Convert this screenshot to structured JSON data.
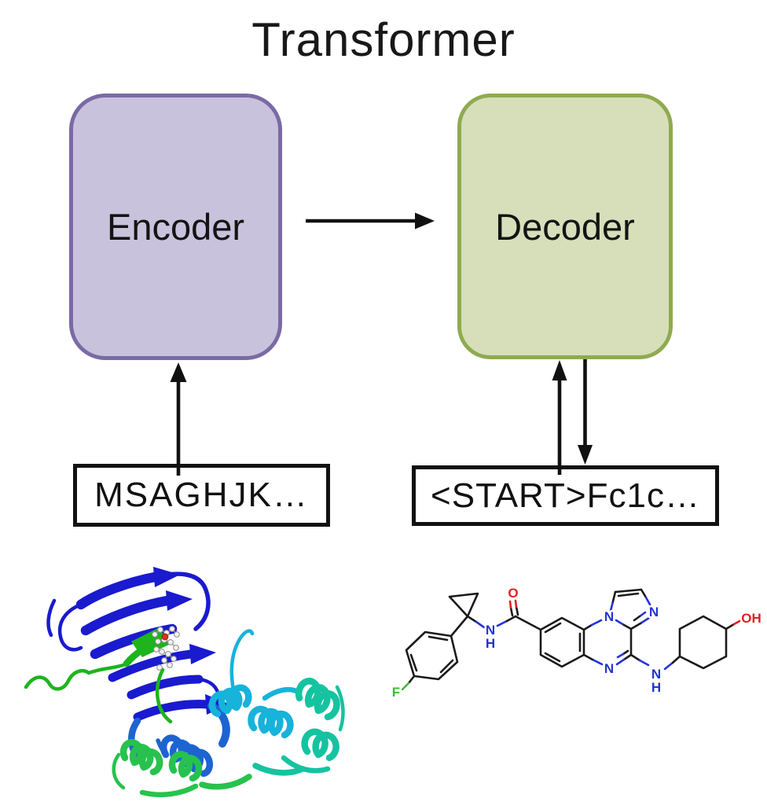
{
  "title": "Transformer",
  "encoder": {
    "label": "Encoder"
  },
  "decoder": {
    "label": "Decoder"
  },
  "encoder_input": {
    "text": "MSAGHJK…"
  },
  "decoder_input": {
    "text": "<START>Fc1c…"
  },
  "molecule": {
    "labels": {
      "f": "F",
      "amide_n": "N",
      "amide_h": "H",
      "carbonyl_o": "O",
      "bridge_n": "N",
      "imidazole_n": "N",
      "pyrazine_n": "N",
      "amine_n": "N",
      "amine_h": "H",
      "hydroxyl": "OH"
    }
  },
  "colors": {
    "encoder_fill": "#c9c2dd",
    "encoder_border": "#7a6aa5",
    "decoder_fill": "#d6dfba",
    "decoder_border": "#90aa50",
    "line": "#111111",
    "bond": "#1a1a1a",
    "atom_n": "#2433d8",
    "atom_o": "#e02020",
    "atom_f": "#3dbb35",
    "protein_blue": "#1a1acf",
    "protein_mid_blue": "#1d64d2",
    "protein_cyan": "#16b3da",
    "protein_teal": "#15c3a0",
    "protein_green": "#1db41d",
    "protein_spring": "#27c24d"
  }
}
